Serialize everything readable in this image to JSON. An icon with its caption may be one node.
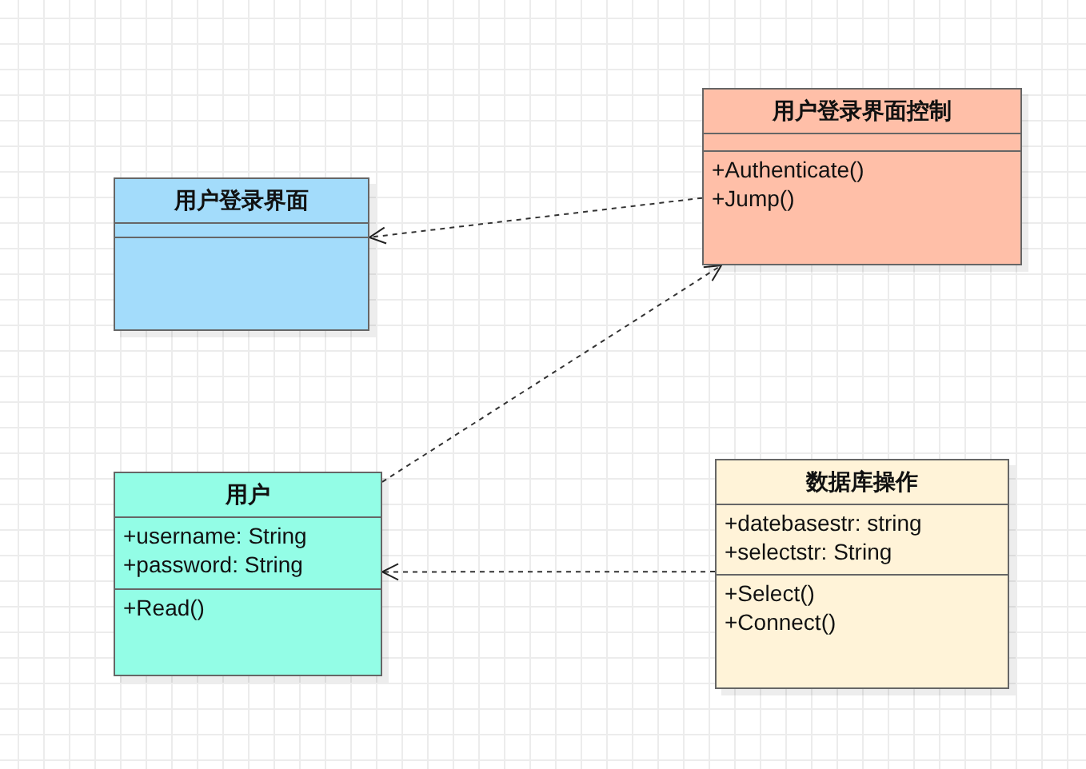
{
  "diagram": {
    "nodes": [
      {
        "text": [
          "用户登录界面"
        ]
      },
      {
        "text": [
          "用户登录界面控制",
          "+Authenticate()",
          "+Jump()"
        ]
      },
      {
        "text": [
          "用户",
          "+username: String",
          "+password: String",
          "+Read()"
        ]
      },
      {
        "text": [
          "数据库操作",
          "+datebasestr: string",
          "+selectstr: String",
          "+Select()",
          "+Connect()"
        ]
      }
    ],
    "edges": [
      {
        "from": 1,
        "to": 0,
        "arrow": "to",
        "style": "dashed"
      },
      {
        "from": 2,
        "to": 1,
        "arrow": "to",
        "style": "dashed"
      },
      {
        "from": 3,
        "to": 2,
        "arrow": "to",
        "style": "dashed"
      }
    ]
  }
}
